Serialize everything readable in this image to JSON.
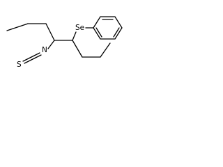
{
  "molecule": {
    "atoms": {
      "selenium": "Se",
      "nitrogen": "N",
      "sulfur": "S"
    }
  }
}
